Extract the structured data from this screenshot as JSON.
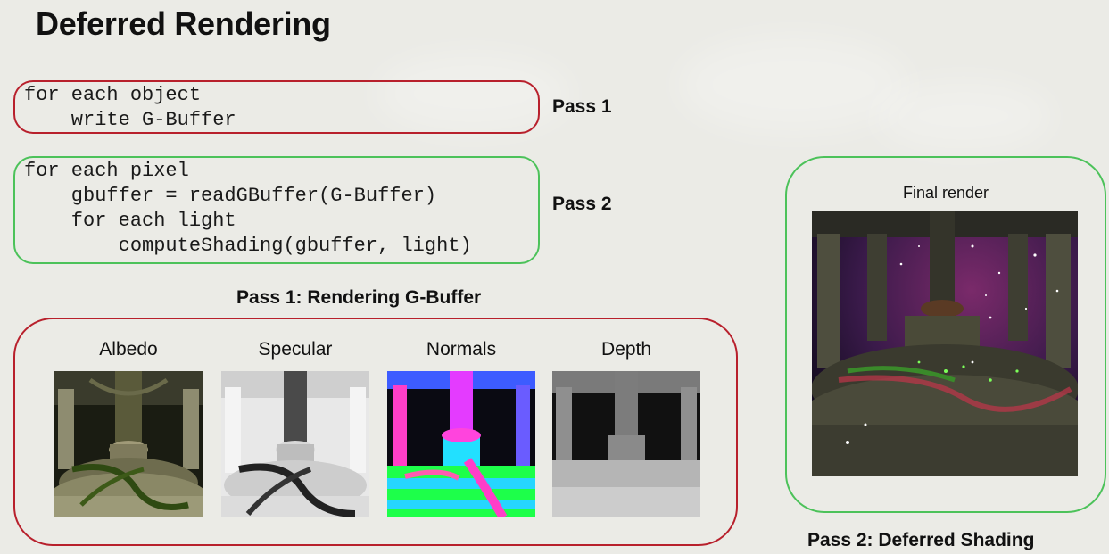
{
  "slide": {
    "title": "Deferred Rendering"
  },
  "pass1_code": {
    "lines": [
      "for each object",
      "    write G-Buffer"
    ],
    "label": "Pass 1"
  },
  "pass2_code": {
    "lines": [
      "for each pixel",
      "    gbuffer = readGBuffer(G-Buffer)",
      "    for each light",
      "        computeShading(gbuffer, light)"
    ],
    "label": "Pass 2"
  },
  "gbuffer_section": {
    "title": "Pass 1: Rendering G-Buffer",
    "buffers": [
      {
        "caption": "Albedo"
      },
      {
        "caption": "Specular"
      },
      {
        "caption": "Normals"
      },
      {
        "caption": "Depth"
      }
    ]
  },
  "shading_section": {
    "caption": "Final render",
    "title": "Pass 2: Deferred Shading"
  },
  "colors": {
    "red_frame": "#b8202c",
    "green_frame": "#4cc25a",
    "background": "#ebebe6"
  }
}
